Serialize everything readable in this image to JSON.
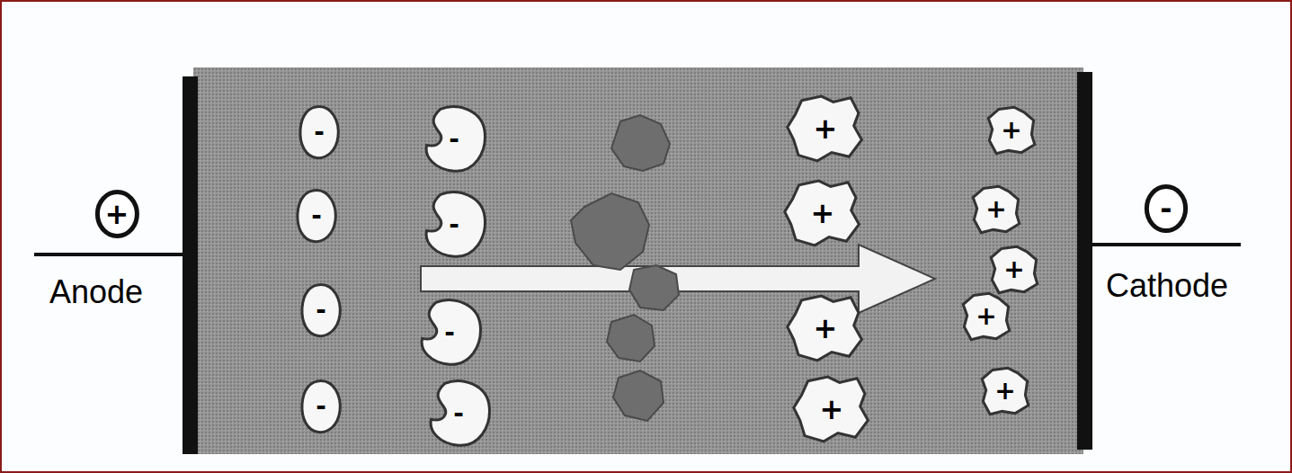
{
  "diagram": {
    "nodes": [
      {
        "text": [
          "+"
        ]
      },
      {
        "text": [
          "-"
        ]
      },
      {
        "text": [
          "-"
        ]
      },
      {
        "text": [
          "-"
        ]
      },
      {
        "text": [
          "-"
        ]
      },
      {
        "text": [
          "-"
        ]
      },
      {
        "text": [
          "-"
        ]
      },
      {
        "text": [
          "-"
        ]
      },
      {
        "text": [
          "-"
        ]
      },
      {
        "text": [
          "+"
        ]
      },
      {
        "text": [
          "+"
        ]
      },
      {
        "text": [
          "+"
        ]
      },
      {
        "text": [
          "+"
        ]
      },
      {
        "text": [
          "+"
        ]
      },
      {
        "text": [
          "+"
        ]
      },
      {
        "text": [
          "+"
        ]
      },
      {
        "text": [
          "+"
        ]
      },
      {
        "text": [
          "+"
        ]
      },
      {
        "text": [
          "-"
        ]
      }
    ],
    "labels": [
      "Anode",
      "Cathode"
    ]
  }
}
